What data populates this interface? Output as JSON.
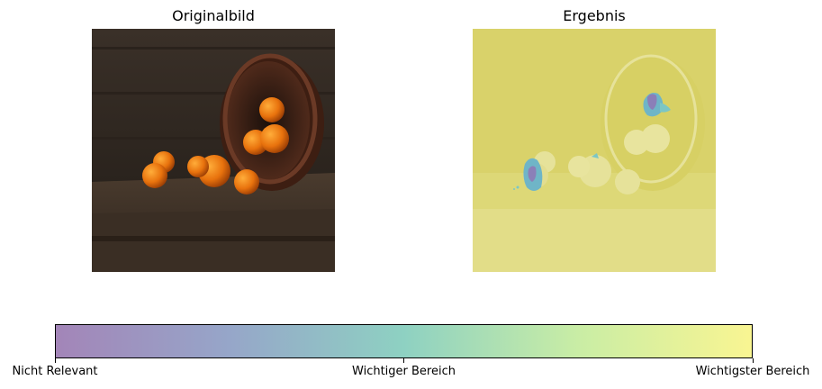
{
  "panels": {
    "left_title": "Originalbild",
    "right_title": "Ergebnis"
  },
  "colorbar": {
    "colors": [
      "#a385b8",
      "#96a6c9",
      "#8ed1c2",
      "#c9eda5",
      "#f9f592"
    ],
    "ticks": [
      {
        "value": 0.0,
        "label": "Nicht Relevant"
      },
      {
        "value": 0.5,
        "label": "Wichtiger Bereich"
      },
      {
        "value": 1.0,
        "label": "Wichtigster Bereich"
      }
    ]
  },
  "overlay_color": "#e2db6e",
  "highlight_color": "#6fb5c7"
}
